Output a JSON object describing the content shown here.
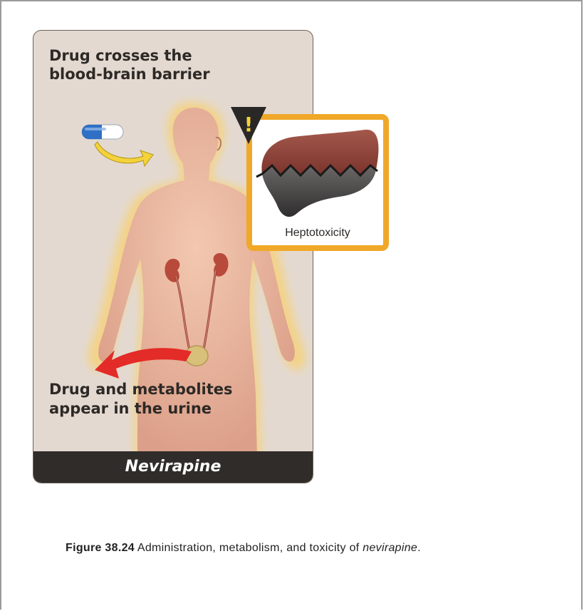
{
  "figure": {
    "top_label": "Drug crosses the blood-brain barrier",
    "bottom_label_line1": "Drug and metabolites",
    "bottom_label_line2": "appear in the urine",
    "drug_name": "Nevirapine",
    "callout_label": "Heptotoxicity",
    "warning_symbol": "!"
  },
  "caption": {
    "figure_number": "Figure 38.24",
    "text_before": " Administration, metabolism, and toxicity of ",
    "drug": "nevirapine",
    "text_after": "."
  },
  "colors": {
    "panel_bg": "#e3d9d0",
    "body_skin": "#e8b9a0",
    "body_glow": "#f6d27d",
    "kidney": "#b84a3c",
    "bladder": "#d8c07a",
    "urine_arrow": "#e32b27",
    "callout_border": "#f0a829",
    "liver_top": "#8f4037",
    "liver_bottom": "#4a4747",
    "capsule_blue": "#2f6fc5",
    "footer_bg": "#2f2c2a"
  },
  "icons": [
    "capsule-icon",
    "arrow-icon",
    "warning-icon",
    "liver-icon",
    "kidney-icon",
    "bladder-icon"
  ]
}
